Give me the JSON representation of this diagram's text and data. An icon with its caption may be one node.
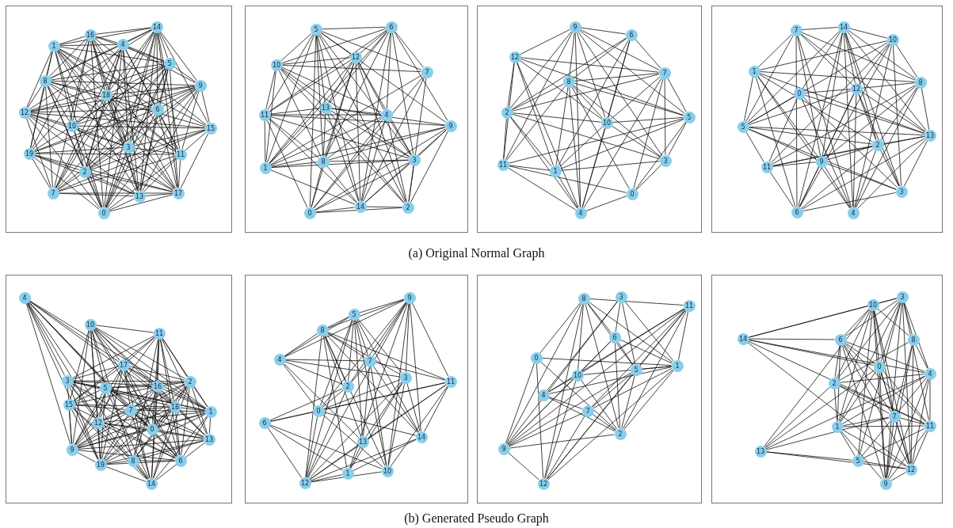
{
  "diagram": {
    "labels": [
      "14",
      "16",
      "1",
      "4",
      "5",
      "8",
      "9",
      "18",
      "6",
      "12",
      "10",
      "15",
      "3",
      "19",
      "11",
      "2",
      "7",
      "17",
      "13",
      "0",
      "6",
      "5",
      "12",
      "10",
      "7",
      "13",
      "11",
      "4",
      "9",
      "8",
      "3",
      "1",
      "14",
      "2",
      "0",
      "9",
      "6",
      "12",
      "7",
      "8",
      "2",
      "5",
      "10",
      "3",
      "11",
      "1",
      "0",
      "4",
      "14",
      "7",
      "10",
      "1",
      "8",
      "12",
      "0",
      "5",
      "13",
      "2",
      "9",
      "11",
      "3",
      "6",
      "4",
      "(a) Original Normal Graph",
      "4",
      "10",
      "11",
      "17",
      "3",
      "5",
      "16",
      "2",
      "15",
      "7",
      "18",
      "1",
      "12",
      "0",
      "13",
      "9",
      "8",
      "6",
      "19",
      "14",
      "9",
      "5",
      "8",
      "4",
      "7",
      "3",
      "11",
      "2",
      "0",
      "6",
      "14",
      "13",
      "10",
      "1",
      "12",
      "8",
      "3",
      "11",
      "6",
      "0",
      "1",
      "5",
      "10",
      "4",
      "7",
      "2",
      "9",
      "12",
      "3",
      "10",
      "14",
      "6",
      "8",
      "0",
      "4",
      "2",
      "7",
      "1",
      "11",
      "13",
      "5",
      "12",
      "9",
      "(b) Generated Pseudo Graph"
    ]
  }
}
